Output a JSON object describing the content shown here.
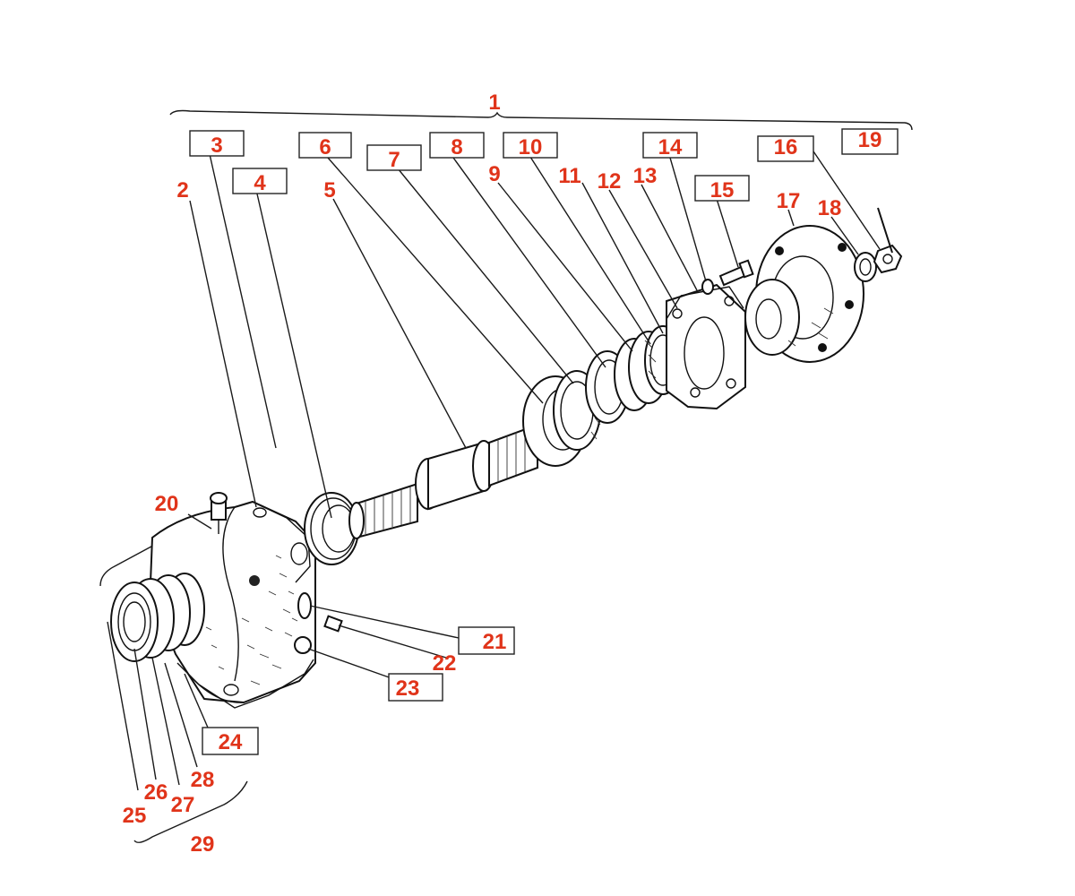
{
  "diagram": {
    "accent_color": "#e0341a",
    "line_color": "#111111",
    "callouts": [
      {
        "id": "c1",
        "label": "1",
        "boxed": false
      },
      {
        "id": "c2",
        "label": "2",
        "boxed": false
      },
      {
        "id": "c3",
        "label": "3",
        "boxed": true
      },
      {
        "id": "c4",
        "label": "4",
        "boxed": true
      },
      {
        "id": "c5",
        "label": "5",
        "boxed": false
      },
      {
        "id": "c6",
        "label": "6",
        "boxed": true
      },
      {
        "id": "c7",
        "label": "7",
        "boxed": true
      },
      {
        "id": "c8",
        "label": "8",
        "boxed": true
      },
      {
        "id": "c9",
        "label": "9",
        "boxed": false
      },
      {
        "id": "c10",
        "label": "10",
        "boxed": true
      },
      {
        "id": "c11",
        "label": "11",
        "boxed": false
      },
      {
        "id": "c12",
        "label": "12",
        "boxed": false
      },
      {
        "id": "c13",
        "label": "13",
        "boxed": false
      },
      {
        "id": "c14",
        "label": "14",
        "boxed": true
      },
      {
        "id": "c15",
        "label": "15",
        "boxed": true
      },
      {
        "id": "c16",
        "label": "16",
        "boxed": true
      },
      {
        "id": "c17",
        "label": "17",
        "boxed": false
      },
      {
        "id": "c18",
        "label": "18",
        "boxed": false
      },
      {
        "id": "c19",
        "label": "19",
        "boxed": true
      },
      {
        "id": "c20",
        "label": "20",
        "boxed": false
      },
      {
        "id": "c21",
        "label": "21",
        "boxed": true
      },
      {
        "id": "c22",
        "label": "22",
        "boxed": false
      },
      {
        "id": "c23",
        "label": "23",
        "boxed": true
      },
      {
        "id": "c24",
        "label": "24",
        "boxed": true
      },
      {
        "id": "c25",
        "label": "25",
        "boxed": false
      },
      {
        "id": "c26",
        "label": "26",
        "boxed": false
      },
      {
        "id": "c27",
        "label": "27",
        "boxed": false
      },
      {
        "id": "c28",
        "label": "28",
        "boxed": false
      },
      {
        "id": "c29",
        "label": "29",
        "boxed": false
      }
    ]
  }
}
